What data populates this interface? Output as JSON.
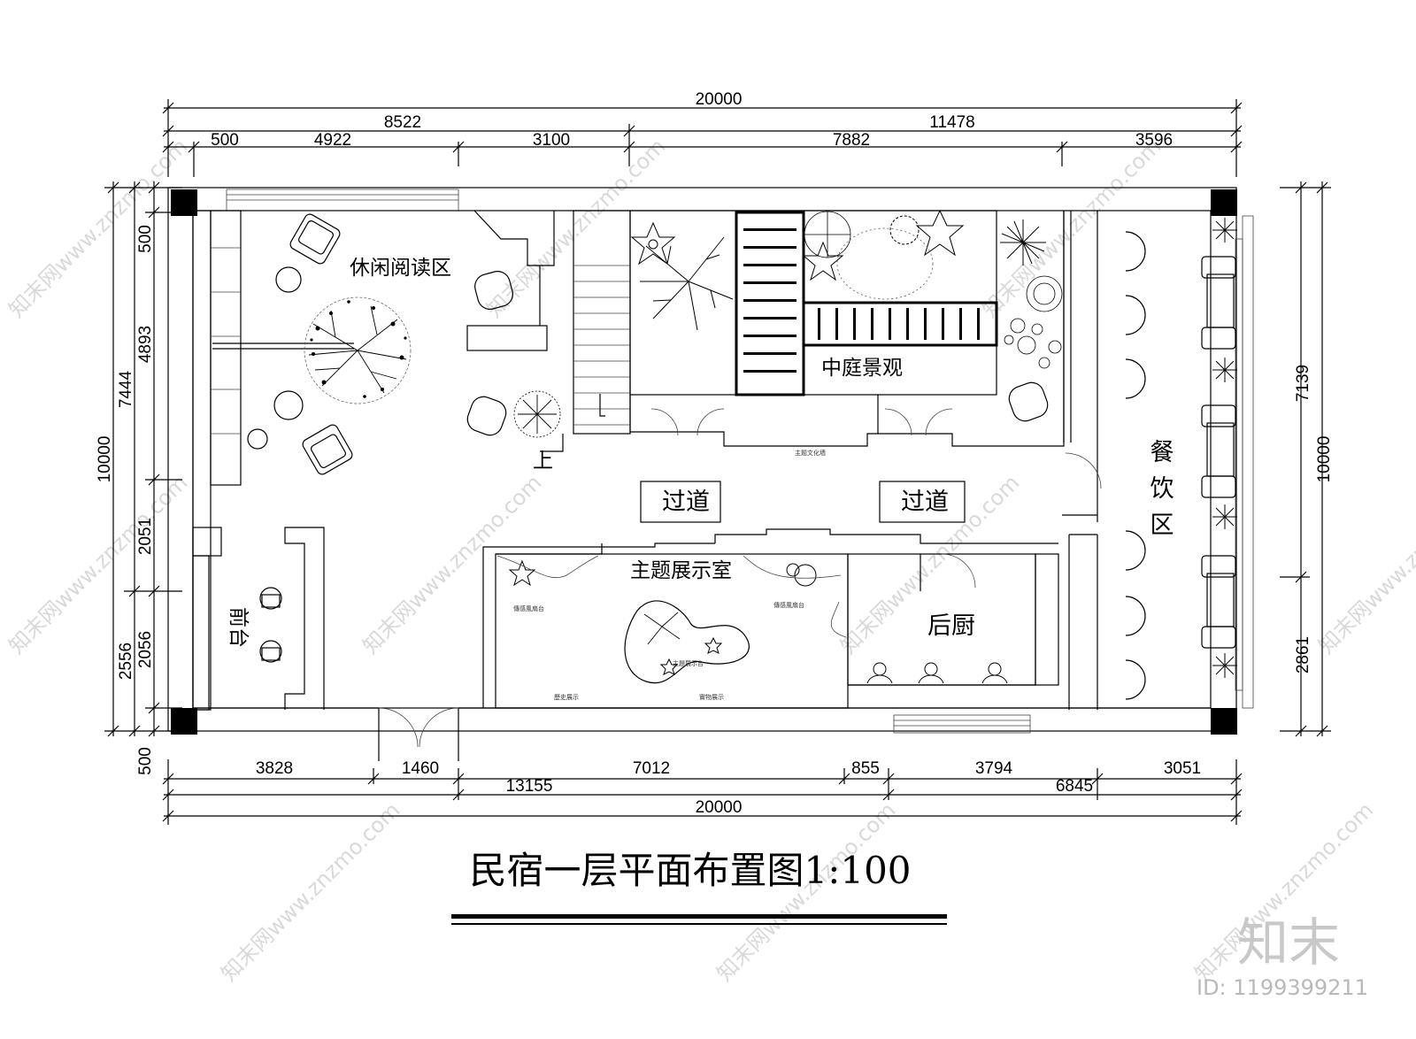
{
  "title": "民宿一层平面布置图1:100",
  "watermark": {
    "brand": "知末",
    "id": "ID: 1199399211",
    "repeat_text": "知末网www.znzmo.com"
  },
  "rooms": {
    "reading": "休闲阅读区",
    "courtyard": "中庭景观",
    "corridor_1": "过道",
    "corridor_2": "过道",
    "dining": "餐饮区",
    "exhibition": "主题展示室",
    "kitchen": "后厨",
    "reception": "前台",
    "stair_up": "上"
  },
  "dimensions": {
    "top_total": "20000",
    "top_left": "8522",
    "top_right": "11478",
    "top_seg_1": "500",
    "top_seg_2": "4922",
    "top_seg_3": "3100",
    "top_seg_4": "7882",
    "top_seg_5": "3596",
    "bottom_seg_1": "3828",
    "bottom_seg_2": "1460",
    "bottom_seg_3": "7012",
    "bottom_seg_4": "855",
    "bottom_seg_5": "3794",
    "bottom_seg_6": "3051",
    "bottom_mid_left": "13155",
    "bottom_mid_right": "6845",
    "bottom_total": "20000",
    "left_total": "10000",
    "left_upper": "7444",
    "left_lower": "2556",
    "left_seg_1": "500",
    "left_seg_2": "4893",
    "left_seg_3": "2051",
    "left_seg_4": "2056",
    "left_seg_5": "500",
    "right_total": "10000",
    "right_upper": "7139",
    "right_lower": "2861"
  }
}
